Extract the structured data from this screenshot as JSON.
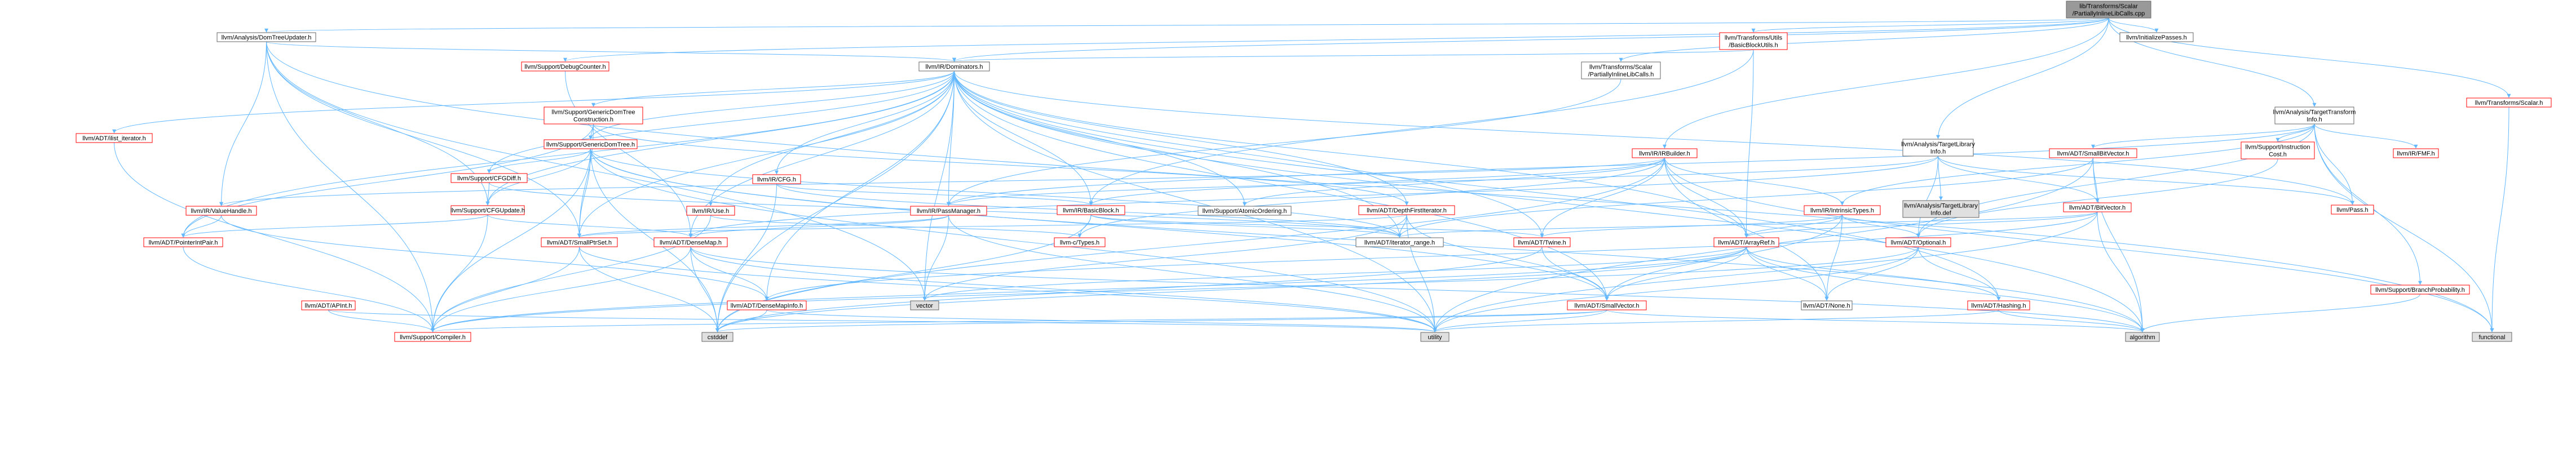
{
  "colors": {
    "edge": "#63b8ff",
    "root_fill": "#999999",
    "red_border": "#ff0000",
    "gray_border": "#666666",
    "gray_fill": "#e0e0e0",
    "white_fill": "#ffffff",
    "text": "#000000"
  },
  "nodes": [
    {
      "id": "root",
      "lines": [
        "lib/Transforms/Scalar",
        "/PartiallyInlineLibCalls.cpp"
      ],
      "style": "root"
    },
    {
      "id": "domtreeupdater",
      "lines": [
        "llvm/Analysis/DomTreeUpdater.h"
      ],
      "style": "plain"
    },
    {
      "id": "basicblockutils",
      "lines": [
        "llvm/Transforms/Utils",
        "/BasicBlockUtils.h"
      ],
      "style": "red"
    },
    {
      "id": "initializepasses",
      "lines": [
        "llvm/InitializePasses.h"
      ],
      "style": "plain"
    },
    {
      "id": "transformsscalar",
      "lines": [
        "llvm/Transforms/Scalar.h"
      ],
      "style": "red"
    },
    {
      "id": "debugcounter",
      "lines": [
        "llvm/Support/DebugCounter.h"
      ],
      "style": "red"
    },
    {
      "id": "dominators",
      "lines": [
        "llvm/IR/Dominators.h"
      ],
      "style": "plain"
    },
    {
      "id": "pilcheader",
      "lines": [
        "llvm/Transforms/Scalar",
        "/PartiallyInlineLibCalls.h"
      ],
      "style": "plain"
    },
    {
      "id": "targettransforminfo",
      "lines": [
        "llvm/Analysis/TargetTransform",
        "Info.h"
      ],
      "style": "plain"
    },
    {
      "id": "gdtconstruction",
      "lines": [
        "llvm/Support/GenericDomTree",
        "Construction.h"
      ],
      "style": "red"
    },
    {
      "id": "ilist_iterator",
      "lines": [
        "llvm/ADT/ilist_iterator.h"
      ],
      "style": "red"
    },
    {
      "id": "gdt",
      "lines": [
        "llvm/Support/GenericDomTree.h"
      ],
      "style": "red"
    },
    {
      "id": "irbuilder",
      "lines": [
        "llvm/IR/IRBuilder.h"
      ],
      "style": "red"
    },
    {
      "id": "targetlibraryinfo",
      "lines": [
        "llvm/Analysis/TargetLibrary",
        "Info.h"
      ],
      "style": "plain"
    },
    {
      "id": "smallbitvector",
      "lines": [
        "llvm/ADT/SmallBitVector.h"
      ],
      "style": "red"
    },
    {
      "id": "instructioncost",
      "lines": [
        "llvm/Support/Instruction",
        "Cost.h"
      ],
      "style": "red"
    },
    {
      "id": "fmf",
      "lines": [
        "llvm/IR/FMF.h"
      ],
      "style": "red"
    },
    {
      "id": "cfgdiff",
      "lines": [
        "llvm/Support/CFGDiff.h"
      ],
      "style": "red"
    },
    {
      "id": "ircfg",
      "lines": [
        "llvm/IR/CFG.h"
      ],
      "style": "red"
    },
    {
      "id": "valuehandle",
      "lines": [
        "llvm/IR/ValueHandle.h"
      ],
      "style": "red"
    },
    {
      "id": "cfgupdate",
      "lines": [
        "llvm/Support/CFGUpdate.h"
      ],
      "style": "red"
    },
    {
      "id": "iruse",
      "lines": [
        "llvm/IR/Use.h"
      ],
      "style": "red"
    },
    {
      "id": "passmanager",
      "lines": [
        "llvm/IR/PassManager.h"
      ],
      "style": "red"
    },
    {
      "id": "basicblock",
      "lines": [
        "llvm/IR/BasicBlock.h"
      ],
      "style": "red"
    },
    {
      "id": "atomicordering",
      "lines": [
        "llvm/Support/AtomicOrdering.h"
      ],
      "style": "plain"
    },
    {
      "id": "depthfirstiterator",
      "lines": [
        "llvm/ADT/DepthFirstIterator.h"
      ],
      "style": "red"
    },
    {
      "id": "intrinsictypes",
      "lines": [
        "llvm/IR/IntrinsicTypes.h"
      ],
      "style": "red"
    },
    {
      "id": "tlidef",
      "lines": [
        "llvm/Analysis/TargetLibrary",
        "Info.def"
      ],
      "style": "gray"
    },
    {
      "id": "bitvector",
      "lines": [
        "llvm/ADT/BitVector.h"
      ],
      "style": "red"
    },
    {
      "id": "pass",
      "lines": [
        "llvm/Pass.h"
      ],
      "style": "red"
    },
    {
      "id": "pointerintpair",
      "lines": [
        "llvm/ADT/PointerIntPair.h"
      ],
      "style": "red"
    },
    {
      "id": "smallptrset",
      "lines": [
        "llvm/ADT/SmallPtrSet.h"
      ],
      "style": "red"
    },
    {
      "id": "densemap",
      "lines": [
        "llvm/ADT/DenseMap.h"
      ],
      "style": "red"
    },
    {
      "id": "ctypes",
      "lines": [
        "llvm-c/Types.h"
      ],
      "style": "red"
    },
    {
      "id": "iteratorrange",
      "lines": [
        "llvm/ADT/iterator_range.h"
      ],
      "style": "plain"
    },
    {
      "id": "twine",
      "lines": [
        "llvm/ADT/Twine.h"
      ],
      "style": "red"
    },
    {
      "id": "arrayref",
      "lines": [
        "llvm/ADT/ArrayRef.h"
      ],
      "style": "red"
    },
    {
      "id": "optional",
      "lines": [
        "llvm/ADT/Optional.h"
      ],
      "style": "red"
    },
    {
      "id": "branchprobability",
      "lines": [
        "llvm/Support/BranchProbability.h"
      ],
      "style": "red"
    },
    {
      "id": "apint",
      "lines": [
        "llvm/ADT/APInt.h"
      ],
      "style": "red"
    },
    {
      "id": "vector",
      "lines": [
        "vector"
      ],
      "style": "gray"
    },
    {
      "id": "densemapinfo",
      "lines": [
        "llvm/ADT/DenseMapInfo.h"
      ],
      "style": "red"
    },
    {
      "id": "smallvector",
      "lines": [
        "llvm/ADT/SmallVector.h"
      ],
      "style": "red"
    },
    {
      "id": "none",
      "lines": [
        "llvm/ADT/None.h"
      ],
      "style": "plain"
    },
    {
      "id": "hashing",
      "lines": [
        "llvm/ADT/Hashing.h"
      ],
      "style": "red"
    },
    {
      "id": "compiler",
      "lines": [
        "llvm/Support/Compiler.h"
      ],
      "style": "red"
    },
    {
      "id": "cstddef",
      "lines": [
        "cstddef"
      ],
      "style": "gray"
    },
    {
      "id": "utility",
      "lines": [
        "utility"
      ],
      "style": "gray"
    },
    {
      "id": "algorithm",
      "lines": [
        "algorithm"
      ],
      "style": "gray"
    },
    {
      "id": "functional",
      "lines": [
        "functional"
      ],
      "style": "gray"
    }
  ],
  "edges": [
    [
      "root",
      "domtreeupdater"
    ],
    [
      "root",
      "basicblockutils"
    ],
    [
      "root",
      "initializepasses"
    ],
    [
      "root",
      "transformsscalar"
    ],
    [
      "root",
      "debugcounter"
    ],
    [
      "root",
      "dominators"
    ],
    [
      "root",
      "pilcheader"
    ],
    [
      "root",
      "targettransforminfo"
    ],
    [
      "root",
      "irbuilder"
    ],
    [
      "root",
      "targetlibraryinfo"
    ],
    [
      "domtreeupdater",
      "dominators"
    ],
    [
      "domtreeupdater",
      "valuehandle"
    ],
    [
      "domtreeupdater",
      "compiler"
    ],
    [
      "domtreeupdater",
      "cfgupdate"
    ],
    [
      "domtreeupdater",
      "smallptrset"
    ],
    [
      "domtreeupdater",
      "functional"
    ],
    [
      "domtreeupdater",
      "vector"
    ],
    [
      "basicblockutils",
      "dominators"
    ],
    [
      "basicblockutils",
      "arrayref"
    ],
    [
      "basicblockutils",
      "basicblock"
    ],
    [
      "transformsscalar",
      "functional"
    ],
    [
      "debugcounter",
      "densemap"
    ],
    [
      "pilcheader",
      "passmanager"
    ],
    [
      "dominators",
      "gdtconstruction"
    ],
    [
      "dominators",
      "gdt"
    ],
    [
      "dominators",
      "cfgdiff"
    ],
    [
      "dominators",
      "ilist_iterator"
    ],
    [
      "dominators",
      "ircfg"
    ],
    [
      "dominators",
      "iruse"
    ],
    [
      "dominators",
      "passmanager"
    ],
    [
      "dominators",
      "basicblock"
    ],
    [
      "dominators",
      "atomicordering"
    ],
    [
      "dominators",
      "depthfirstiterator"
    ],
    [
      "dominators",
      "pass"
    ],
    [
      "dominators",
      "pointerintpair"
    ],
    [
      "dominators",
      "smallptrset"
    ],
    [
      "dominators",
      "densemap"
    ],
    [
      "dominators",
      "densemapinfo"
    ],
    [
      "dominators",
      "twine"
    ],
    [
      "dominators",
      "arrayref"
    ],
    [
      "dominators",
      "smallvector"
    ],
    [
      "dominators",
      "hashing"
    ],
    [
      "dominators",
      "iteratorrange"
    ],
    [
      "dominators",
      "cstddef"
    ],
    [
      "dominators",
      "utility"
    ],
    [
      "dominators",
      "algorithm"
    ],
    [
      "dominators",
      "cfgupdate"
    ],
    [
      "dominators",
      "vector"
    ],
    [
      "gdtconstruction",
      "gdt"
    ],
    [
      "gdtconstruction",
      "depthfirstiterator"
    ],
    [
      "gdtconstruction",
      "pointerintpair"
    ],
    [
      "gdtconstruction",
      "smallptrset"
    ],
    [
      "gdt",
      "cfgdiff"
    ],
    [
      "gdt",
      "cfgupdate"
    ],
    [
      "gdt",
      "smallptrset"
    ],
    [
      "gdt",
      "smallvector"
    ],
    [
      "gdt",
      "compiler"
    ],
    [
      "gdt",
      "utility"
    ],
    [
      "gdt",
      "algorithm"
    ],
    [
      "gdt",
      "cstddef"
    ],
    [
      "gdt",
      "iteratorrange"
    ],
    [
      "ilist_iterator",
      "compiler"
    ],
    [
      "cfgdiff",
      "cfgupdate"
    ],
    [
      "cfgdiff",
      "iteratorrange"
    ],
    [
      "ircfg",
      "basicblock"
    ],
    [
      "ircfg",
      "iteratorrange"
    ],
    [
      "ircfg",
      "cstddef"
    ],
    [
      "cfgupdate",
      "densemap"
    ],
    [
      "cfgupdate",
      "pointerintpair"
    ],
    [
      "cfgupdate",
      "compiler"
    ],
    [
      "iruse",
      "ctypes"
    ],
    [
      "iruse",
      "compiler"
    ],
    [
      "passmanager",
      "densemap"
    ],
    [
      "passmanager",
      "smallptrset"
    ],
    [
      "passmanager",
      "vector"
    ],
    [
      "passmanager",
      "utility"
    ],
    [
      "basicblock",
      "twine"
    ],
    [
      "basicblock",
      "ctypes"
    ],
    [
      "basicblock",
      "iteratorrange"
    ],
    [
      "basicblock",
      "cstddef"
    ],
    [
      "depthfirstiterator",
      "smallptrset"
    ],
    [
      "depthfirstiterator",
      "smallvector"
    ],
    [
      "depthfirstiterator",
      "iteratorrange"
    ],
    [
      "depthfirstiterator",
      "utility"
    ],
    [
      "depthfirstiterator",
      "vector"
    ],
    [
      "targettransforminfo",
      "smallbitvector"
    ],
    [
      "targettransforminfo",
      "instructioncost"
    ],
    [
      "targettransforminfo",
      "fmf"
    ],
    [
      "targettransforminfo",
      "passmanager"
    ],
    [
      "targettransforminfo",
      "pass"
    ],
    [
      "targettransforminfo",
      "intrinsictypes"
    ],
    [
      "targettransforminfo",
      "branchprobability"
    ],
    [
      "targettransforminfo",
      "functional"
    ],
    [
      "targettransforminfo",
      "optional"
    ],
    [
      "irbuilder",
      "ctypes"
    ],
    [
      "irbuilder",
      "arrayref"
    ],
    [
      "irbuilder",
      "none"
    ],
    [
      "irbuilder",
      "twine"
    ],
    [
      "irbuilder",
      "basicblock"
    ],
    [
      "irbuilder",
      "atomicordering"
    ],
    [
      "irbuilder",
      "intrinsictypes"
    ],
    [
      "irbuilder",
      "valuehandle"
    ],
    [
      "irbuilder",
      "cstddef"
    ],
    [
      "irbuilder",
      "functional"
    ],
    [
      "targetlibraryinfo",
      "tlidef"
    ],
    [
      "targetlibraryinfo",
      "optional"
    ],
    [
      "targetlibraryinfo",
      "bitvector"
    ],
    [
      "targetlibraryinfo",
      "pass"
    ],
    [
      "targetlibraryinfo",
      "passmanager"
    ],
    [
      "targetlibraryinfo",
      "densemap"
    ],
    [
      "smallbitvector",
      "bitvector"
    ],
    [
      "smallbitvector",
      "iteratorrange"
    ],
    [
      "smallbitvector",
      "algorithm"
    ],
    [
      "smallbitvector",
      "utility"
    ],
    [
      "instructioncost",
      "optional"
    ],
    [
      "valuehandle",
      "pointerintpair"
    ],
    [
      "valuehandle",
      "densemapinfo"
    ],
    [
      "intrinsictypes",
      "arrayref"
    ],
    [
      "intrinsictypes",
      "smallvector"
    ],
    [
      "intrinsictypes",
      "twine"
    ],
    [
      "intrinsictypes",
      "none"
    ],
    [
      "intrinsictypes",
      "optional"
    ],
    [
      "bitvector",
      "arrayref"
    ],
    [
      "bitvector",
      "densemapinfo"
    ],
    [
      "bitvector",
      "iteratorrange"
    ],
    [
      "bitvector",
      "algorithm"
    ],
    [
      "bitvector",
      "utility"
    ],
    [
      "pointerintpair",
      "compiler"
    ],
    [
      "smallptrset",
      "compiler"
    ],
    [
      "smallptrset",
      "utility"
    ],
    [
      "smallptrset",
      "cstddef"
    ],
    [
      "densemap",
      "densemapinfo"
    ],
    [
      "densemap",
      "compiler"
    ],
    [
      "densemap",
      "utility"
    ],
    [
      "densemap",
      "algorithm"
    ],
    [
      "densemap",
      "cstddef"
    ],
    [
      "twine",
      "smallvector"
    ],
    [
      "twine",
      "cstddef"
    ],
    [
      "arrayref",
      "none"
    ],
    [
      "arrayref",
      "smallvector"
    ],
    [
      "arrayref",
      "hashing"
    ],
    [
      "arrayref",
      "compiler"
    ],
    [
      "arrayref",
      "vector"
    ],
    [
      "arrayref",
      "algorithm"
    ],
    [
      "arrayref",
      "cstddef"
    ],
    [
      "optional",
      "none"
    ],
    [
      "optional",
      "hashing"
    ],
    [
      "optional",
      "compiler"
    ],
    [
      "optional",
      "utility"
    ],
    [
      "apint",
      "compiler"
    ],
    [
      "apint",
      "utility"
    ],
    [
      "densemapinfo",
      "cstddef"
    ],
    [
      "densemapinfo",
      "utility"
    ],
    [
      "smallvector",
      "compiler"
    ],
    [
      "smallvector",
      "utility"
    ],
    [
      "smallvector",
      "algorithm"
    ],
    [
      "smallvector",
      "cstddef"
    ],
    [
      "hashing",
      "algorithm"
    ],
    [
      "hashing",
      "utility"
    ],
    [
      "branchprobability",
      "algorithm"
    ]
  ]
}
